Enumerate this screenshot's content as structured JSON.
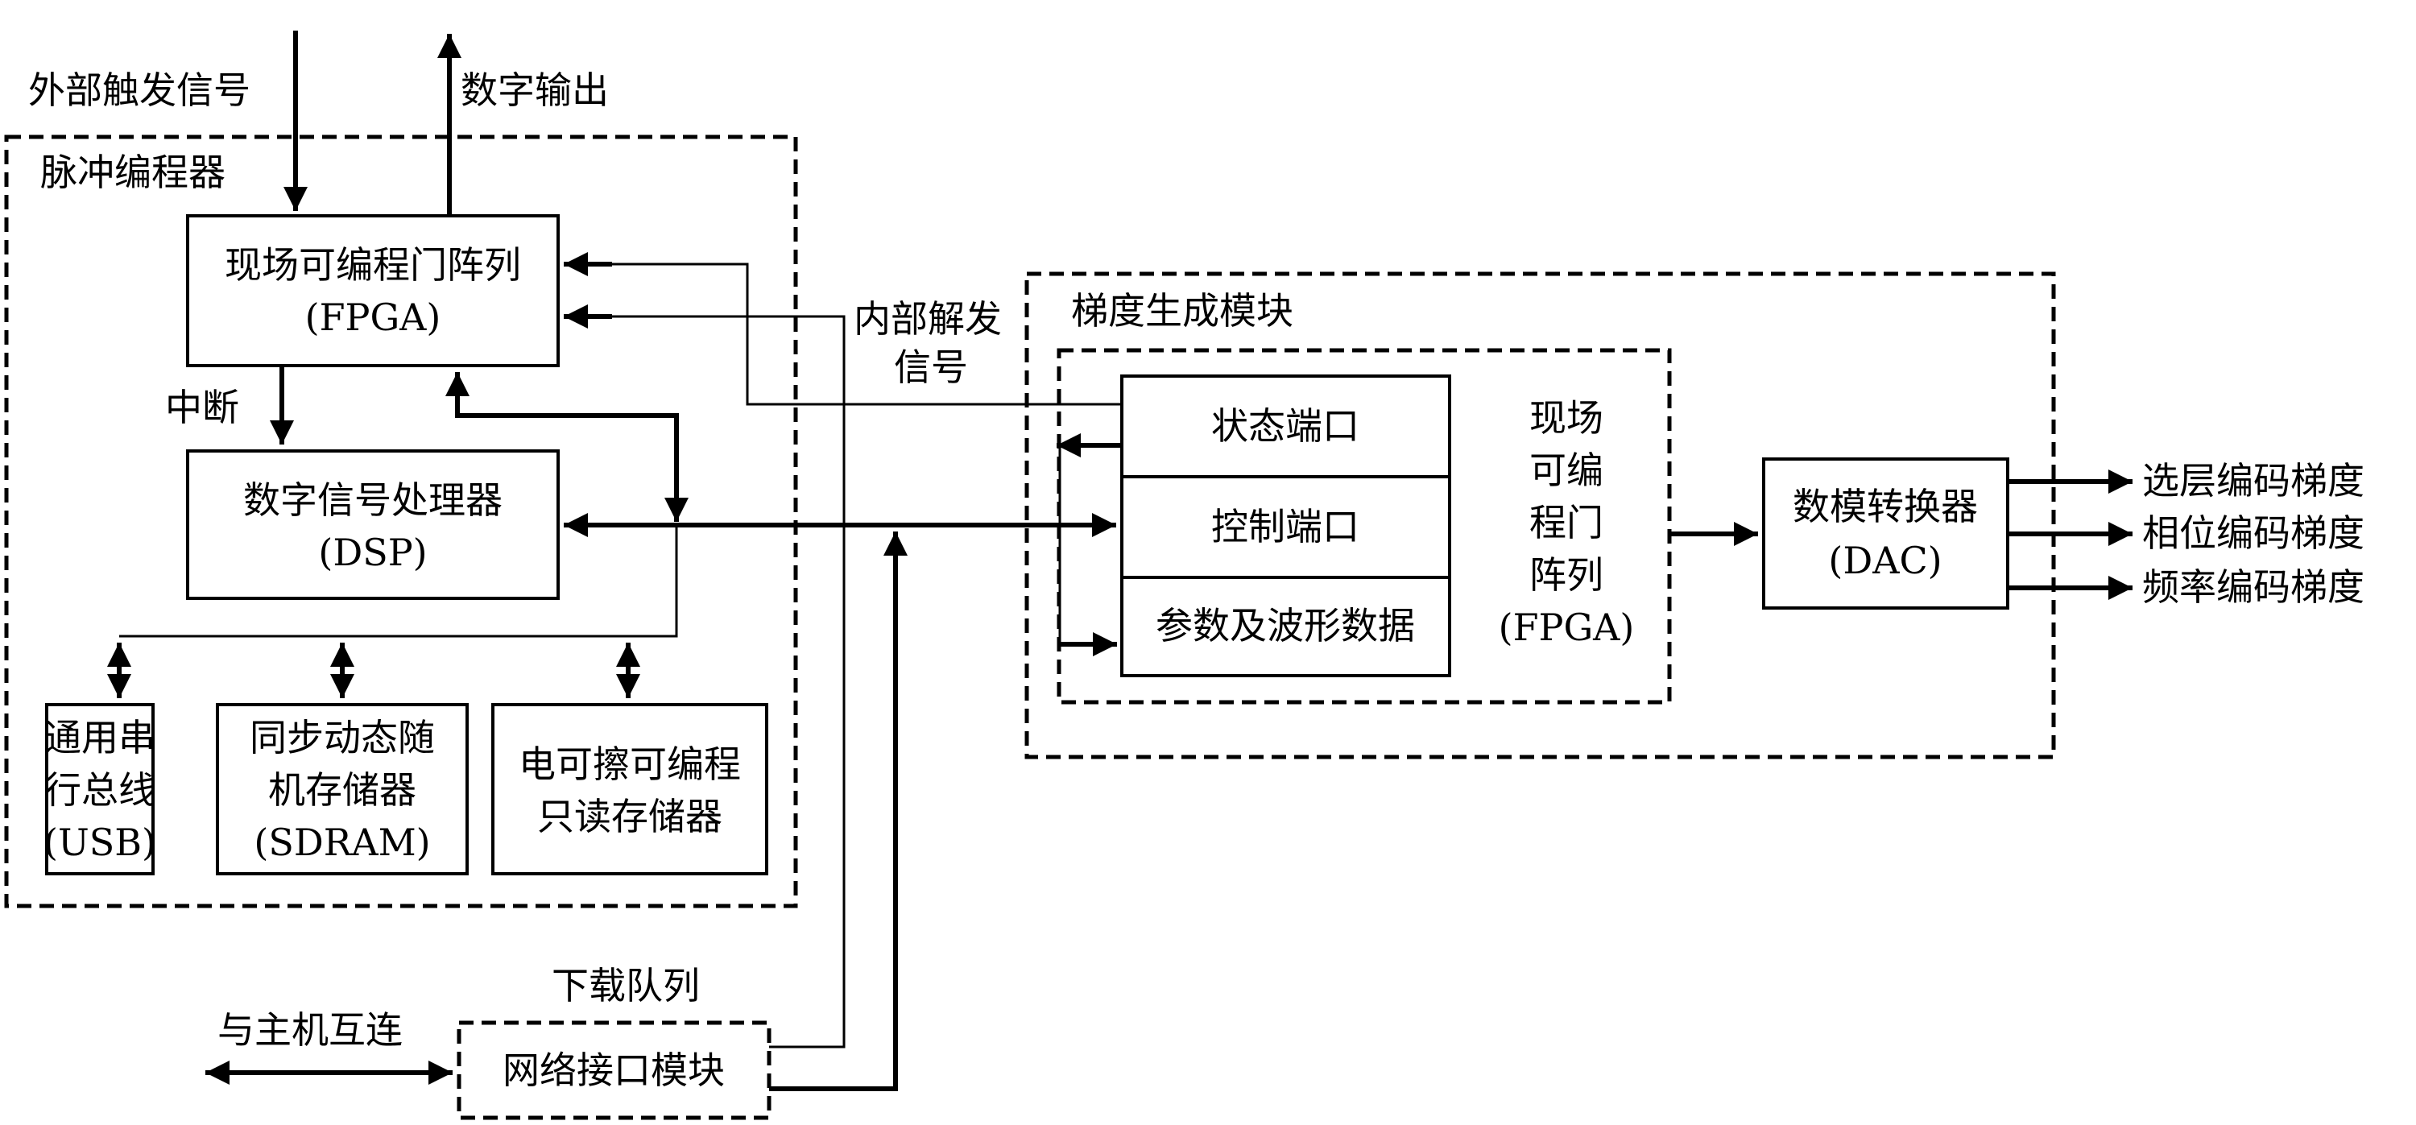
{
  "labels": {
    "external_trigger": "外部触发信号",
    "digital_output": "数字输出",
    "interrupt": "中断",
    "internal_trigger_1": "内部解发",
    "internal_trigger_2": "信号",
    "download_queue": "下载队列",
    "host_link": "与主机互连"
  },
  "groups": {
    "pulse_programmer": "脉冲编程器",
    "gradient_module": "梯度生成模块"
  },
  "blocks": {
    "fpga_main_1": "现场可编程门阵列",
    "fpga_main_2": "(FPGA)",
    "dsp_1": "数字信号处理器",
    "dsp_2": "(DSP)",
    "usb_1": "通用串",
    "usb_2": "行总线",
    "usb_3": "(USB)",
    "sdram_1": "同步动态随",
    "sdram_2": "机存储器",
    "sdram_3": "(SDRAM)",
    "eeprom_1": "电可擦可编程",
    "eeprom_2": "只读存储器",
    "network": "网络接口模块",
    "status_port": "状态端口",
    "control_port": "控制端口",
    "param_data": "参数及波形数据",
    "fpga_grad_1": "现场",
    "fpga_grad_2": "可编",
    "fpga_grad_3": "程门",
    "fpga_grad_4": "阵列",
    "fpga_grad_5": "(FPGA)",
    "dac_1": "数模转换器",
    "dac_2": "(DAC)"
  },
  "outputs": {
    "slice_select": "选层编码梯度",
    "phase_encode": "相位编码梯度",
    "freq_encode": "频率编码梯度"
  }
}
